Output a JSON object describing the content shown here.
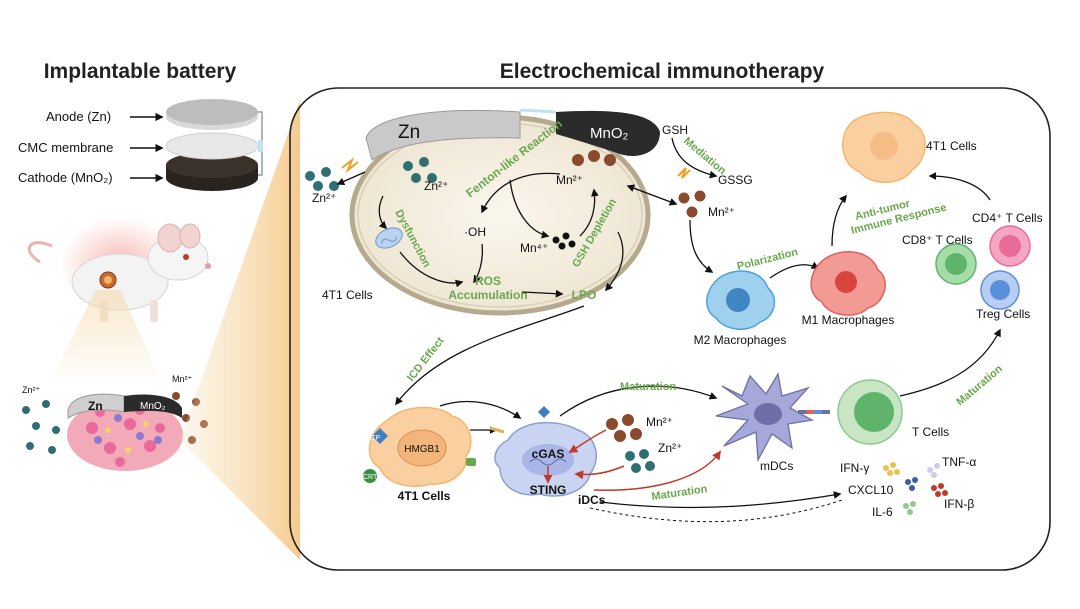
{
  "titles": {
    "battery": "Implantable battery",
    "therapy": "Electrochemical immunotherapy"
  },
  "battery_layers": {
    "anode": "Anode (Zn)",
    "membrane": "CMC membrane",
    "cathode": "Cathode (MnO₂)"
  },
  "tumor_model": {
    "zn": "Zn",
    "mno2": "MnO₂",
    "zn_ion": "Zn²⁺",
    "mn_ion": "Mn²⁺"
  },
  "cell": {
    "zn_electrode": "Zn",
    "mno2_electrode": "MnO₂",
    "zn_ion_out": "Zn²⁺",
    "zn_ion_in": "Zn²⁺",
    "mn2_in": "Mn²⁺",
    "mn4": "Mn⁴⁺",
    "oh": "·OH",
    "name": "4T1 Cells",
    "gsh": "GSH",
    "gssg": "GSSG",
    "mn2_out": "Mn²⁺"
  },
  "processes": {
    "fenton": "Fenton-like Reaction",
    "dysfunction": "Dysfunction",
    "gsh_depletion": "GSH Depletion",
    "ros1": "ROS",
    "ros2": "Accumulation",
    "lpo": "LPO",
    "mediation": "Mediation",
    "icd": "ICD Effect",
    "polarization": "Polarization",
    "antitumor1": "Anti-tumor",
    "antitumor2": "Immune Response",
    "maturation_top": "Maturation",
    "maturation_bottom": "Maturation",
    "maturation_right": "Maturation"
  },
  "immune": {
    "m2": "M2 Macrophages",
    "m1": "M1 Macrophages",
    "target": "4T1 Cells",
    "cd4": "CD4⁺ T Cells",
    "cd8": "CD8⁺ T Cells",
    "treg": "Treg Cells",
    "dying_cell": "4T1 Cells",
    "hmgb1": "HMGB1",
    "atp": "ATP",
    "crt": "CRT",
    "cgas": "cGAS",
    "sting": "STING",
    "idcs": "iDCs",
    "mn_sting": "Mn²⁺",
    "zn_sting": "Zn²⁺",
    "mdcs": "mDCs",
    "tcells": "T Cells"
  },
  "cytokines": {
    "ifng": "IFN-γ",
    "tnfa": "TNF-α",
    "cxcl10": "CXCL10",
    "ifnb": "IFN-β",
    "il6": "IL-6"
  },
  "colors": {
    "process_green": "#6aa84f",
    "zn_teal": "#2f6f73",
    "mn_brown": "#8a4a2e",
    "cancer_orange": "#f5b56a",
    "m2_blue": "#4aa3d8",
    "m1_red": "#e0605a",
    "dc_purple": "#6e6fa8",
    "tcell_green": "#5fb36a",
    "cd4_pink": "#ea6a9a",
    "treg_blue": "#5a8fdc"
  }
}
